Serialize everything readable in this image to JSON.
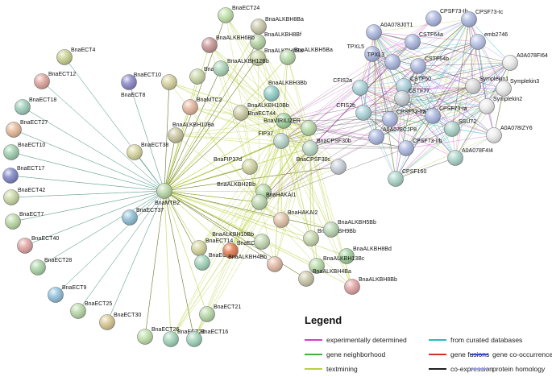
{
  "nodes": [
    {
      "id": "BnaECT4",
      "label": "BnaECT4",
      "color": "#c9cf8e"
    },
    {
      "id": "BnaECT12",
      "label": "BnaECT12",
      "color": "#e0a39a"
    },
    {
      "id": "BnaECT8",
      "label": "BnaECT8",
      "color": "#8a86c8"
    },
    {
      "id": "BnaECT18",
      "label": "BnaECT18",
      "color": "#9ccdb8"
    },
    {
      "id": "BnaECT27",
      "label": "BnaECT27",
      "color": "#e6b896"
    },
    {
      "id": "BnaECT10",
      "label": "BnaECT10",
      "color": "#9ccfae"
    },
    {
      "id": "BnaECT17",
      "label": "BnaECT17",
      "color": "#7f84c6"
    },
    {
      "id": "BnaECT42",
      "label": "BnaECT42",
      "color": "#c9d7a3"
    },
    {
      "id": "BnaECT7",
      "label": "BnaECT7",
      "color": "#b9d7a3"
    },
    {
      "id": "BnaECT40",
      "label": "BnaECT40",
      "color": "#e0a2a2"
    },
    {
      "id": "BnaECT28",
      "label": "BnaECT28",
      "color": "#a9d4a6"
    },
    {
      "id": "BnaECT9",
      "label": "BnaECT9",
      "color": "#8fc0dc"
    },
    {
      "id": "BnaECT25",
      "label": "BnaECT25",
      "color": "#b6d8a6"
    },
    {
      "id": "BnaECT30",
      "label": "BnaECT30",
      "color": "#d6c891"
    },
    {
      "id": "BnaECT26",
      "label": "BnaECT26",
      "color": "#bfe0a8"
    },
    {
      "id": "BnaECT22",
      "label": "BnaECT22",
      "color": "#9fd2b8"
    },
    {
      "id": "BnaECT16",
      "label": "BnaECT16",
      "color": "#9fd2b8"
    },
    {
      "id": "BnaECT21",
      "label": "BnaECT21",
      "color": "#b6d8a6"
    },
    {
      "id": "BnaECT37",
      "label": "BnaECT37",
      "color": "#8fbfd6"
    },
    {
      "id": "BnaECT38",
      "label": "BnaECT38",
      "color": "#d5d59c"
    },
    {
      "id": "BnaMTB2",
      "label": "BnaMTB2",
      "color": "#b9d8a8"
    },
    {
      "id": "BnaECT14",
      "label": "BnaECT14",
      "color": "#d2d29a"
    },
    {
      "id": "BnaECT15",
      "label": "BnaECT15",
      "color": "#9fd2b8"
    },
    {
      "id": "BnaECT6",
      "label": "BnaECT6",
      "color": "#e07a4e"
    },
    {
      "id": "BnaECT24",
      "label": "BnaECT24",
      "color": "#bfe0a8"
    },
    {
      "id": "BnaALKBH8Ba",
      "label": "BnaALKBH8Ba",
      "color": "#c8c6a6"
    },
    {
      "id": "BnaALKBH8Bf",
      "label": "BnaALKBH8Bf",
      "color": "#b4d2a2"
    },
    {
      "id": "BnaALKBH6Bb",
      "label": "BnaALKBH6Bb",
      "color": "#c79494"
    },
    {
      "id": "BnaALKBH6Ba",
      "label": "BnaALKBH6Ba",
      "color": "#c9d6a6"
    },
    {
      "id": "BnaALKBH5Ba",
      "label": "BnaALKBH5Ba",
      "color": "#b6d8a6"
    },
    {
      "id": "BnaECT10b",
      "label": "BnaECT10",
      "color": "#d5d09c"
    },
    {
      "id": "BnaMTC1",
      "label": "BnaMTC1",
      "color": "#c9d6a6"
    },
    {
      "id": "BnaALKBH12Bb",
      "label": "BnaALKBH12Bb",
      "color": "#a8d3b6"
    },
    {
      "id": "BnaMTC2",
      "label": "BnaMTC2",
      "color": "#e3b49c"
    },
    {
      "id": "BnaALKBH3Bb",
      "label": "BnaALKBH3Bb",
      "color": "#8fcdc6"
    },
    {
      "id": "BnaALKBH10Bb",
      "label": "BnaALKBH10Bb",
      "color": "#cbcba3"
    },
    {
      "id": "BnaALKBH10Ba",
      "label": "BnaALKBH10Ba",
      "color": "#c8c49e"
    },
    {
      "id": "BnaECT44",
      "label": "BnaECT44",
      "color": "#9fd09a"
    },
    {
      "id": "BnaVIRILIZER",
      "label": "BnaVIRILIZER",
      "color": "#b6d8a6"
    },
    {
      "id": "FIP37",
      "label": "FIP37",
      "color": "#b8d5c8"
    },
    {
      "id": "BnaFIP37d",
      "label": "BnaFIP37d",
      "color": "#d0d39e"
    },
    {
      "id": "BnaCPSF30b",
      "label": "BnaCPSF30b",
      "color": "#b9d7c4"
    },
    {
      "id": "BnaCPSF30c",
      "label": "BnaCPSF30c",
      "color": "#c8cfd8"
    },
    {
      "id": "BnaALKBH2Bb",
      "label": "BnaALKBH2Bb",
      "color": "#b6d8a6"
    },
    {
      "id": "BnaHAKAI1",
      "label": "BnaHAKAI1",
      "color": "#bcd7b0"
    },
    {
      "id": "BnaHAKAI2",
      "label": "BnaHAKAI2",
      "color": "#e2c2a6"
    },
    {
      "id": "BnaALKBH10Bc",
      "label": "BnaALKBH10Bb",
      "color": "#c2d8b2"
    },
    {
      "id": "BnaALKBH9Bb",
      "label": "BnaALKBH9Bb",
      "color": "#c7d6ac"
    },
    {
      "id": "BnaALKBH5Bb",
      "label": "BnaALKBH5Bb",
      "color": "#b8d5b0"
    },
    {
      "id": "BnaALKBH8Bd",
      "label": "BnaALKBH8Bd",
      "color": "#9fd09a"
    },
    {
      "id": "BnaALKBH4Bb",
      "label": "BnaALKBH4Bb",
      "color": "#e3b8a4"
    },
    {
      "id": "BnaALKBH13Bc",
      "label": "BnaALKBH13Bc",
      "color": "#b6d8a6"
    },
    {
      "id": "BnaALKBH4Ba",
      "label": "BnaALKBH4Ba",
      "color": "#c8c6a6"
    },
    {
      "id": "BnaALKBH8Bb",
      "label": "BnaALKBH8Bb",
      "color": "#e1a2a2"
    },
    {
      "id": "CPSF73-Ib",
      "label": "CPSF73-Ib",
      "color": "#aab7e0"
    },
    {
      "id": "CPSF73-Ic",
      "label": "CPSF73-Ic",
      "color": "#aab7e0"
    },
    {
      "id": "A0A078J0T1",
      "label": "A0A078J0T1",
      "color": "#aab7e0"
    },
    {
      "id": "CSTF64a",
      "label": "CSTF64a",
      "color": "#aab7e0"
    },
    {
      "id": "emb2746",
      "label": "emb2746",
      "color": "#b8c4e8"
    },
    {
      "id": "TPXL5",
      "label": "TPXL5",
      "color": "#aab7e0"
    },
    {
      "id": "TPXL3",
      "label": "TPXL3",
      "color": "#aab7e0"
    },
    {
      "id": "CSTF64b",
      "label": "CSTF64b",
      "color": "#aab7e0"
    },
    {
      "id": "A0A078FI64",
      "label": "A0A078FI64",
      "color": "#ececec"
    },
    {
      "id": "Symplekin1",
      "label": "Symplekin1",
      "color": "#d8d8d8"
    },
    {
      "id": "Symplekin3",
      "label": "Symplekin3",
      "color": "#ececec"
    },
    {
      "id": "CFIS2a",
      "label": "CFIS2a",
      "color": "#a9d3d8"
    },
    {
      "id": "CSTF50",
      "label": "CSTF50",
      "color": "#aad0de"
    },
    {
      "id": "CSTF77",
      "label": "CSTF77",
      "color": "#c4cdd6"
    },
    {
      "id": "CFIS2b",
      "label": "CFIS2b",
      "color": "#a9d3d8"
    },
    {
      "id": "CPSF73-IIa",
      "label": "CPSF73-IIa",
      "color": "#aab7e0"
    },
    {
      "id": "Symplekin2",
      "label": "Symplekin2",
      "color": "#ececec"
    },
    {
      "id": "CPSF73-Ia",
      "label": "CPSF73-Ia",
      "color": "#aab7e0"
    },
    {
      "id": "A0A078CJP8",
      "label": "A0A078CJP8",
      "color": "#aab7e0"
    },
    {
      "id": "SSU72",
      "label": "SSU72",
      "color": "#a9d3c8"
    },
    {
      "id": "A0A078IZY6",
      "label": "A0A078IZY6",
      "color": "#ececec"
    },
    {
      "id": "CPSF73-IIb",
      "label": "CPSF73-IIb",
      "color": "#aab7e0"
    },
    {
      "id": "A0A078F4I4",
      "label": "A0A078F4I4",
      "color": "#a9d3c8"
    },
    {
      "id": "CPSF160",
      "label": "CPSF160",
      "color": "#a9d3c8"
    }
  ],
  "legend": {
    "title": "Legend",
    "items": [
      {
        "label": "experimentally determined",
        "color": "#d040c8"
      },
      {
        "label": "from curated databases",
        "color": "#30b8c0"
      },
      {
        "label": "gene neighborhood",
        "color": "#40b040"
      },
      {
        "label": "gene fusions",
        "color": "#d03030"
      },
      {
        "label": "gene co-occurrence",
        "color": "#3050c0"
      },
      {
        "label": "textmining",
        "color": "#b8d040"
      },
      {
        "label": "co-expression",
        "color": "#202020"
      },
      {
        "label": "protein homology",
        "color": "#9aa0d8"
      }
    ]
  }
}
